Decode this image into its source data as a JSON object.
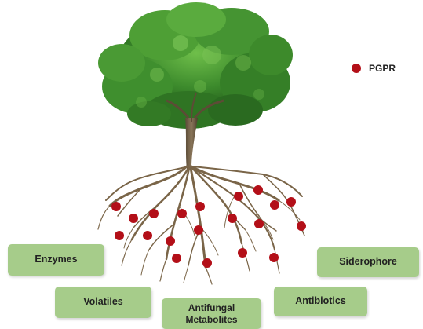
{
  "legend": {
    "label": "PGPR",
    "dot_color": "#b30f18"
  },
  "labels": {
    "enzymes": "Enzymes",
    "volatiles": "Volatiles",
    "antifungal_line1": "Antifungal",
    "antifungal_line2": "Metabolites",
    "antibiotics": "Antibiotics",
    "siderophore": "Siderophore"
  },
  "colors": {
    "bacteria": "#b30f18",
    "label_box": "#a6cc8a",
    "foliage": "#3c8a2c",
    "root": "#7a6548"
  }
}
